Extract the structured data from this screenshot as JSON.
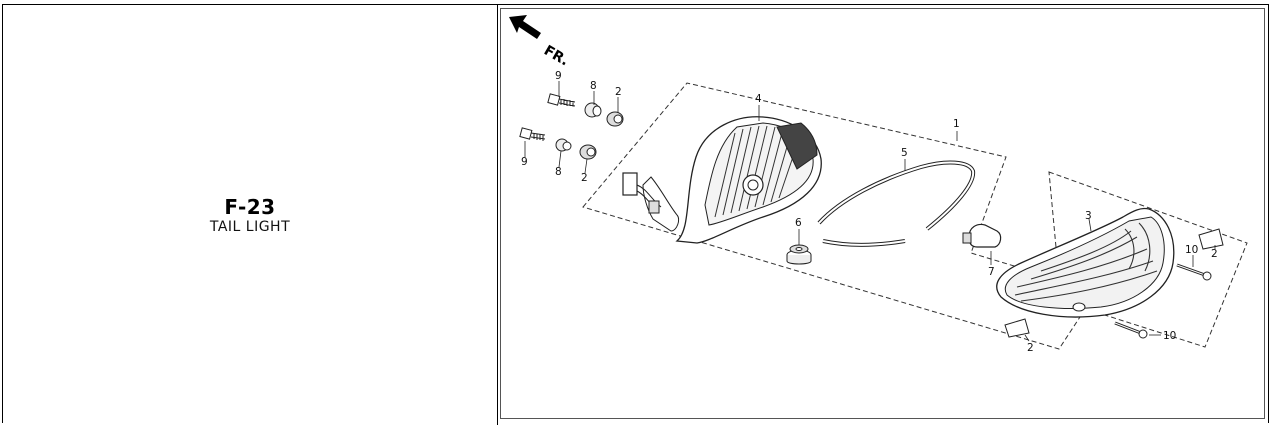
{
  "figure": {
    "code": "F-23",
    "name": "TAIL LIGHT"
  },
  "diagram": {
    "direction_label": "FR.",
    "callouts": {
      "c1": "1",
      "c2a": "2",
      "c2b": "2",
      "c2c": "2",
      "c2d": "2",
      "c3": "3",
      "c4": "4",
      "c5": "5",
      "c6": "6",
      "c7": "7",
      "c8a": "8",
      "c8b": "8",
      "c9a": "9",
      "c9b": "9",
      "c10a": "10",
      "c10b": "10"
    }
  }
}
